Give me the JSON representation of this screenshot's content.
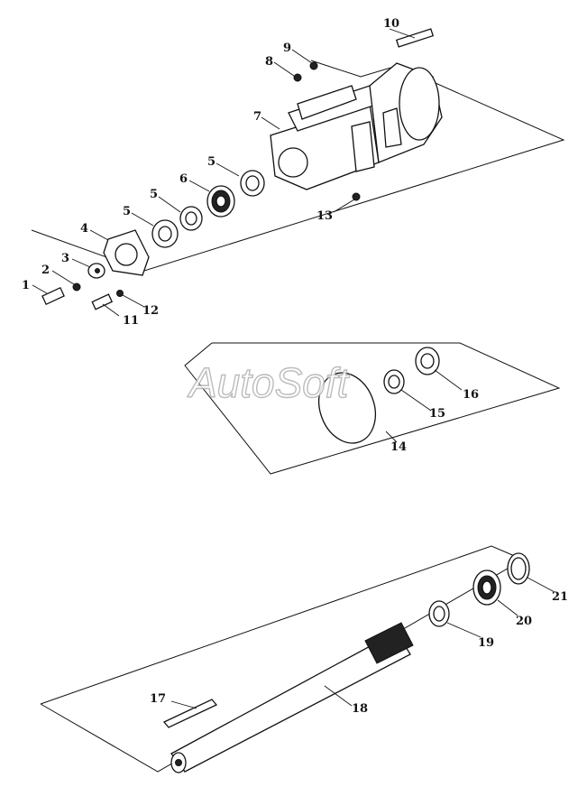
{
  "watermark": "AutoSoft",
  "callouts": {
    "c1": "1",
    "c2": "2",
    "c3": "3",
    "c4": "4",
    "c5a": "5",
    "c5b": "5",
    "c5c": "5",
    "c6": "6",
    "c7": "7",
    "c8": "8",
    "c9": "9",
    "c10": "10",
    "c11": "11",
    "c12": "12",
    "c13": "13",
    "c14": "14",
    "c15": "15",
    "c16": "16",
    "c17": "17",
    "c18": "18",
    "c19": "19",
    "c20": "20",
    "c21": "21"
  }
}
